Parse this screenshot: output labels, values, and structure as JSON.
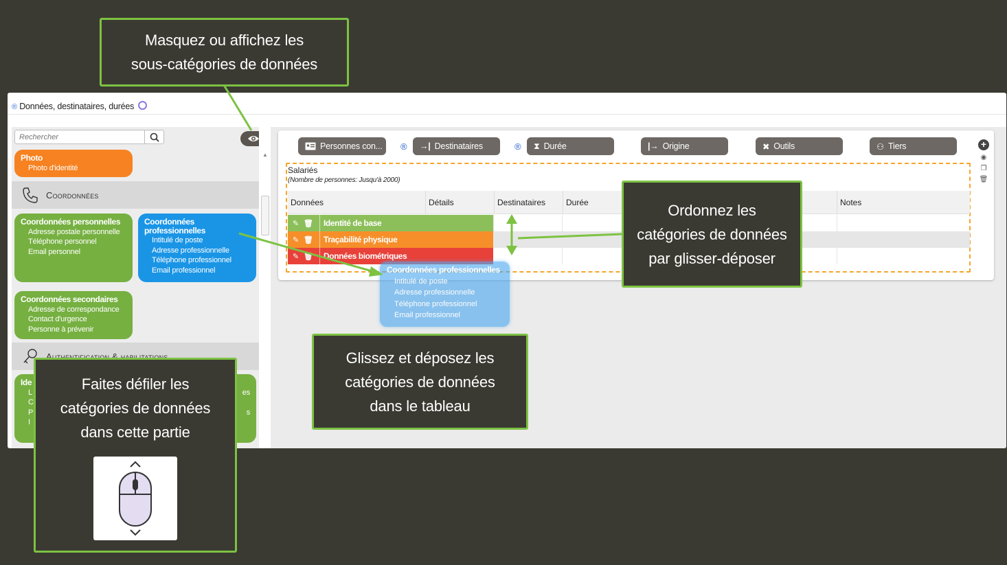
{
  "app": {
    "reg_symbol": "®",
    "title": "Données, destinataires, durées"
  },
  "left_panel": {
    "search_placeholder": "Rechercher",
    "cards": {
      "photo": {
        "title": "Photo",
        "items": [
          "Photo d'identité"
        ]
      },
      "coord_perso": {
        "title": "Coordonnées personnelles",
        "items": [
          "Adresse postale personnelle",
          "Téléphone personnel",
          "Email personnel"
        ]
      },
      "coord_pro": {
        "title_line1": "Coordonnées",
        "title_line2": "professionnelles",
        "items": [
          "Intitulé de poste",
          "Adresse professionnelle",
          "Téléphone professionnel",
          "Email professionnel"
        ]
      },
      "coord_sec": {
        "title": "Coordonnées secondaires",
        "items": [
          "Adresse de correspondance",
          "Contact d'urgence",
          "Personne à prévenir"
        ]
      },
      "ident_partial": {
        "title": "Ide",
        "items": [
          "L",
          "C",
          "P",
          "I"
        ]
      },
      "auth_partial": {
        "items": [
          "es",
          "s"
        ]
      }
    },
    "sections": {
      "coordonnees": "Coordonnées",
      "authentification": "Authentification & habilitations"
    }
  },
  "tabs": {
    "personnes": "Personnes con...",
    "destinataires": "Destinataires",
    "duree": "Durée",
    "origine": "Origine",
    "outils": "Outils",
    "tiers": "Tiers"
  },
  "group": {
    "title": "Salariés",
    "subtitle": "(Nombre de personnes: Jusqu'à 2000)"
  },
  "table": {
    "headers": {
      "donnees": "Données",
      "details": "Détails",
      "destinataires": "Destinataires",
      "duree": "Durée",
      "notes": "Notes"
    },
    "rows": [
      {
        "label": "Identité de base",
        "color": "#8cbf5a"
      },
      {
        "label": "Traçabilité physique",
        "color": "#f68f2a"
      },
      {
        "label": "Données biométriques",
        "color": "#e8413a"
      }
    ]
  },
  "ghost": {
    "title": "Coordonnées professionnelles",
    "items": [
      "Intitulé de poste",
      "Adresse professionnelle",
      "Téléphone professionnel",
      "Email professionnel"
    ]
  },
  "annotations": {
    "top": {
      "line1": "Masquez ou affichez les",
      "line2": "sous-catégories de données"
    },
    "order": {
      "line1": "Ordonnez les",
      "line2": "catégories de données",
      "line3": "par glisser-déposer"
    },
    "drag": {
      "line1": "Glissez et déposez les",
      "line2": "catégories de données",
      "line3": "dans le tableau"
    },
    "scroll": {
      "line1": "Faites défiler les",
      "line2": "catégories de données",
      "line3": "dans cette partie"
    }
  },
  "colors": {
    "accent_green": "#7dc242",
    "bg": "#3a3a32",
    "tab": "#6d6863"
  }
}
